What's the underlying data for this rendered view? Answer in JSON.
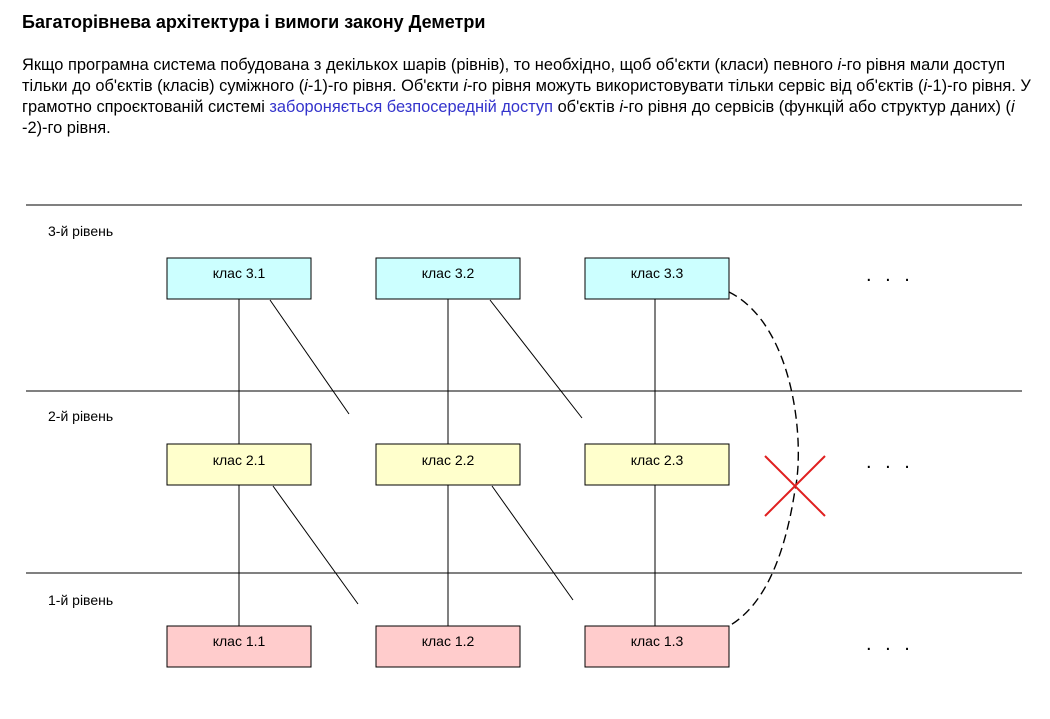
{
  "title": "Багаторівнева архітектура і вимоги закону Деметри",
  "paragraph": {
    "p1": "Якщо програмна система побудована з декількох шарів (рівнів), то необхідно, щоб об'єкти (класи) певного ",
    "i1": "i",
    "p2": "-го рівня мали доступ тільки до об'єктів (класів) суміжного (",
    "i2": "i",
    "p3": "-1)-го рівня. Об'єкти ",
    "i3": "i",
    "p4": "-го рівня можуть використовувати тільки сервіс від об'єктів (",
    "i4": "i",
    "p5": "-1)-го рівня. У грамотно спроєктованій системі ",
    "highlight": "забороняється безпосередній доступ",
    "p6": " об'єктів ",
    "i5": "i",
    "p7": "-го рівня до сервісів (функцій або структур даних) (",
    "i6": "i",
    "p8": " -2)-го рівня."
  },
  "diagram": {
    "levels": [
      {
        "label": "3-й рівень",
        "color": "#ccffff",
        "classes": [
          "клас 3.1",
          "клас 3.2",
          "клас 3.3"
        ],
        "ellipsis": ". . ."
      },
      {
        "label": "2-й рівень",
        "color": "#ffffcc",
        "classes": [
          "клас 2.1",
          "клас 2.2",
          "клас 2.3"
        ],
        "ellipsis": ". . ."
      },
      {
        "label": "1-й рівень",
        "color": "#ffcccc",
        "classes": [
          "клас 1.1",
          "клас 1.2",
          "клас 1.3"
        ],
        "ellipsis": ". . ."
      }
    ],
    "forbidden_mark_color": "#e02020"
  }
}
